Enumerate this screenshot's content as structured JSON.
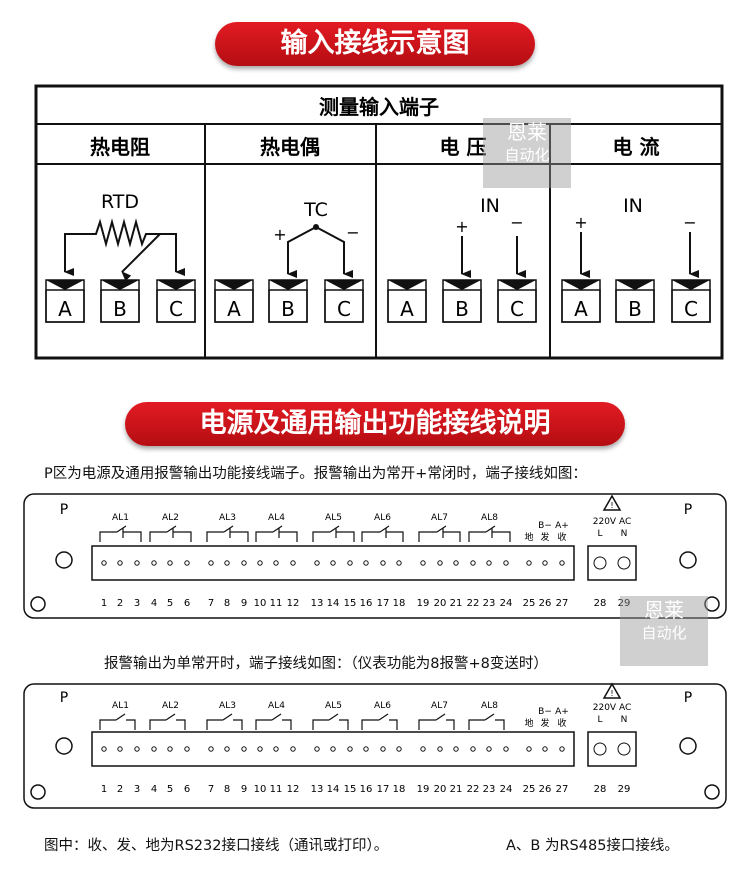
{
  "section1": {
    "title": "输入接线示意图",
    "table_title": "测量输入端子",
    "columns": [
      {
        "header": "热电阻",
        "sensor": "RTD",
        "terminals": [
          "A",
          "B",
          "C"
        ]
      },
      {
        "header": "热电偶",
        "sensor": "TC",
        "terminals": [
          "A",
          "B",
          "C"
        ],
        "plus": "+",
        "minus": "−"
      },
      {
        "header": "电 压",
        "sensor": "IN",
        "terminals": [
          "A",
          "B",
          "C"
        ],
        "plus": "+",
        "minus": "−"
      },
      {
        "header": "电 流",
        "sensor": "IN",
        "terminals": [
          "A",
          "B",
          "C"
        ],
        "plus": "+",
        "minus": "−"
      }
    ]
  },
  "section2": {
    "title": "电源及通用输出功能接线说明",
    "caption1": "P区为电源及通用报警输出功能接线端子。报警输出为常开+常闭时，端子接线如图：",
    "caption2": "报警输出为单常开时，端子接线如图：（仪表功能为8报警+8变送时）",
    "footnote_left": "图中：收、发、地为RS232接口接线（通讯或打印）。",
    "footnote_right": "A、B 为RS485接口接线。"
  },
  "panel": {
    "p_label": "P",
    "alarms": [
      "AL1",
      "AL2",
      "AL3",
      "AL4",
      "AL5",
      "AL6",
      "AL7",
      "AL8"
    ],
    "comm": {
      "ground": "地",
      "send": "发",
      "recv": "收",
      "b_minus": "B−",
      "a_plus": "A+"
    },
    "power": {
      "voltage": "220V AC",
      "l": "L",
      "n": "N"
    },
    "terminal_numbers": [
      "1",
      "2",
      "3",
      "4",
      "5",
      "6",
      "7",
      "8",
      "9",
      "10",
      "11",
      "12",
      "13",
      "14",
      "15",
      "16",
      "17",
      "18",
      "19",
      "20",
      "21",
      "22",
      "23",
      "24",
      "25",
      "26",
      "27",
      "28",
      "29"
    ]
  },
  "watermark": {
    "line1": "恩莱",
    "line2": "自动化"
  },
  "colors": {
    "banner": "#d4171e",
    "line": "#111111"
  }
}
